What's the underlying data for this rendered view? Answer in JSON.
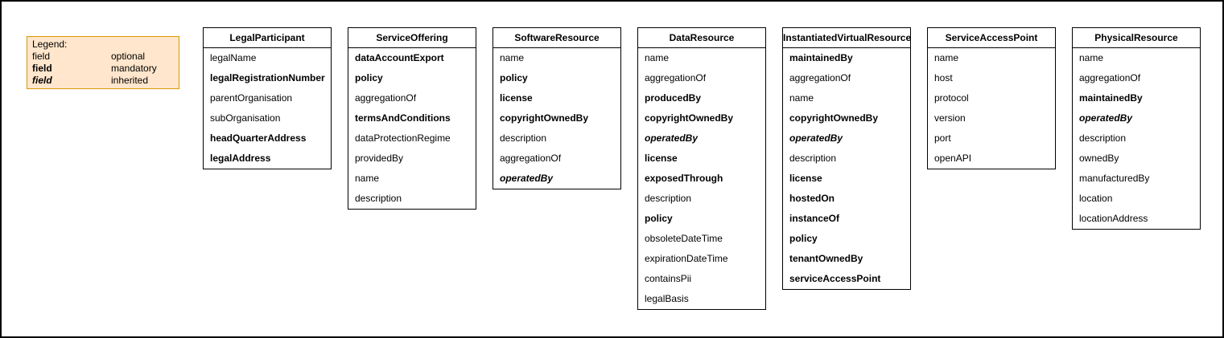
{
  "legend": {
    "title": "Legend:",
    "fill_color": "#FFE6CC",
    "border_color": "#D79B00",
    "rows": [
      {
        "field": "field",
        "meaning": "optional",
        "style": "optional"
      },
      {
        "field": "field",
        "meaning": "mandatory",
        "style": "mandatory"
      },
      {
        "field": "field",
        "meaning": "inherited",
        "style": "inherited"
      }
    ]
  },
  "entities": [
    {
      "title": "LegalParticipant",
      "fields": [
        {
          "label": "legalName",
          "style": "optional"
        },
        {
          "label": "legalRegistrationNumber",
          "style": "mandatory"
        },
        {
          "label": "parentOrganisation",
          "style": "optional"
        },
        {
          "label": "subOrganisation",
          "style": "optional"
        },
        {
          "label": "headQuarterAddress",
          "style": "mandatory"
        },
        {
          "label": "legalAddress",
          "style": "mandatory"
        }
      ]
    },
    {
      "title": "ServiceOffering",
      "fields": [
        {
          "label": "dataAccountExport",
          "style": "mandatory"
        },
        {
          "label": "policy",
          "style": "mandatory"
        },
        {
          "label": "aggregationOf",
          "style": "optional"
        },
        {
          "label": "termsAndConditions",
          "style": "mandatory"
        },
        {
          "label": "dataProtectionRegime",
          "style": "optional"
        },
        {
          "label": "providedBy",
          "style": "optional"
        },
        {
          "label": "name",
          "style": "optional"
        },
        {
          "label": "description",
          "style": "optional"
        }
      ]
    },
    {
      "title": "SoftwareResource",
      "fields": [
        {
          "label": "name",
          "style": "optional"
        },
        {
          "label": "policy",
          "style": "mandatory"
        },
        {
          "label": "license",
          "style": "mandatory"
        },
        {
          "label": "copyrightOwnedBy",
          "style": "mandatory"
        },
        {
          "label": "description",
          "style": "optional"
        },
        {
          "label": "aggregationOf",
          "style": "optional"
        },
        {
          "label": "operatedBy",
          "style": "inherited"
        }
      ]
    },
    {
      "title": "DataResource",
      "fields": [
        {
          "label": "name",
          "style": "optional"
        },
        {
          "label": "aggregationOf",
          "style": "optional"
        },
        {
          "label": "producedBy",
          "style": "mandatory"
        },
        {
          "label": "copyrightOwnedBy",
          "style": "mandatory"
        },
        {
          "label": "operatedBy",
          "style": "inherited"
        },
        {
          "label": "license",
          "style": "mandatory"
        },
        {
          "label": "exposedThrough",
          "style": "mandatory"
        },
        {
          "label": "description",
          "style": "optional"
        },
        {
          "label": "policy",
          "style": "mandatory"
        },
        {
          "label": "obsoleteDateTime",
          "style": "optional"
        },
        {
          "label": "expirationDateTime",
          "style": "optional"
        },
        {
          "label": "containsPii",
          "style": "optional"
        },
        {
          "label": "legalBasis",
          "style": "optional"
        }
      ]
    },
    {
      "title": "InstantiatedVirtualResource",
      "fields": [
        {
          "label": "maintainedBy",
          "style": "mandatory"
        },
        {
          "label": "aggregationOf",
          "style": "optional"
        },
        {
          "label": "name",
          "style": "optional"
        },
        {
          "label": "copyrightOwnedBy",
          "style": "mandatory"
        },
        {
          "label": "operatedBy",
          "style": "inherited"
        },
        {
          "label": "description",
          "style": "optional"
        },
        {
          "label": "license",
          "style": "mandatory"
        },
        {
          "label": "hostedOn",
          "style": "mandatory"
        },
        {
          "label": "instanceOf",
          "style": "mandatory"
        },
        {
          "label": "policy",
          "style": "mandatory"
        },
        {
          "label": "tenantOwnedBy",
          "style": "mandatory"
        },
        {
          "label": "serviceAccessPoint",
          "style": "mandatory"
        }
      ]
    },
    {
      "title": "ServiceAccessPoint",
      "fields": [
        {
          "label": "name",
          "style": "optional"
        },
        {
          "label": "host",
          "style": "optional"
        },
        {
          "label": "protocol",
          "style": "optional"
        },
        {
          "label": "version",
          "style": "optional"
        },
        {
          "label": "port",
          "style": "optional"
        },
        {
          "label": "openAPI",
          "style": "optional"
        }
      ]
    },
    {
      "title": "PhysicalResource",
      "fields": [
        {
          "label": "name",
          "style": "optional"
        },
        {
          "label": "aggregationOf",
          "style": "optional"
        },
        {
          "label": "maintainedBy",
          "style": "mandatory"
        },
        {
          "label": "operatedBy",
          "style": "inherited"
        },
        {
          "label": "description",
          "style": "optional"
        },
        {
          "label": "ownedBy",
          "style": "optional"
        },
        {
          "label": "manufacturedBy",
          "style": "optional"
        },
        {
          "label": "location",
          "style": "optional"
        },
        {
          "label": "locationAddress",
          "style": "optional"
        }
      ]
    }
  ]
}
